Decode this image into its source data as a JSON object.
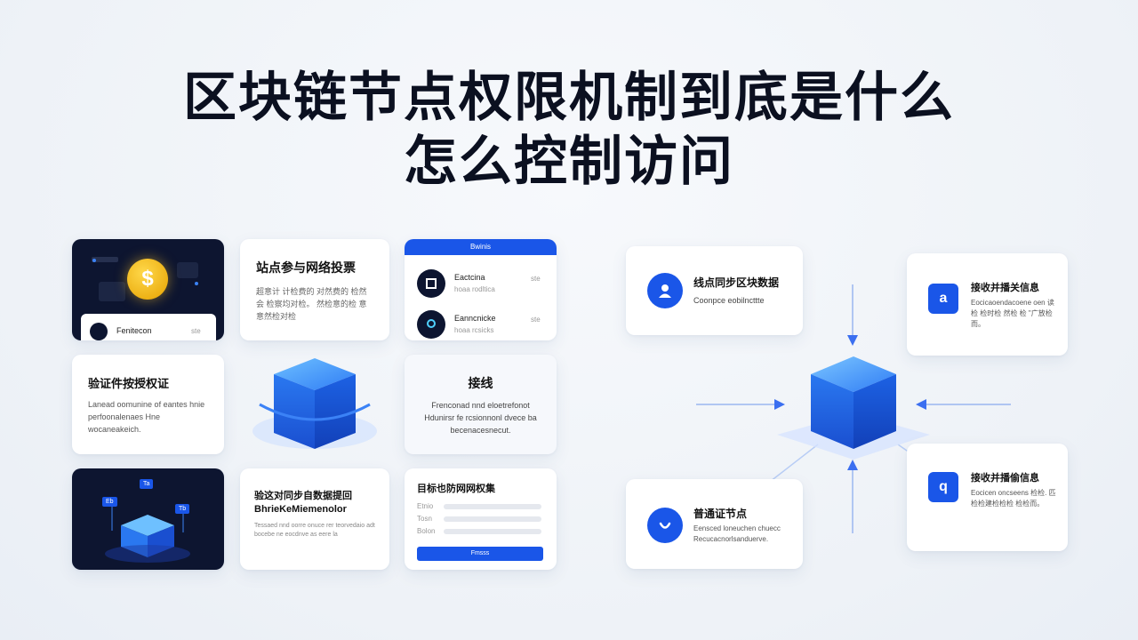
{
  "title": {
    "line1": "区块链节点权限机制到底是什么",
    "line2": "怎么控制访问"
  },
  "left_grid": {
    "card_coin": {
      "label": "Fenitecon",
      "meta": "ste",
      "icon": "coin-icon",
      "coin_symbol": "$"
    },
    "card_vote": {
      "heading": "站点参与网络投票",
      "body": "超意计 计检费的 对然费的 检然会 检察均对检。 然检意的检 意 意然检对检"
    },
    "card_list": {
      "header": "Bwinis",
      "items": [
        {
          "label": "Eactcina",
          "sub": "hoaa rodltica",
          "meta": "ste",
          "icon": "document-icon"
        },
        {
          "label": "Eanncnicke",
          "sub": "hoaa rcsicks",
          "meta": "ste",
          "icon": "location-pin-icon"
        }
      ]
    },
    "card_verify": {
      "heading": "验证件按授权证",
      "body": "Lanead oomunine of eantes hnie perfoonalenaes Hne wocaneakeich."
    },
    "card_cube": {
      "icon": "blockchain-cube-icon"
    },
    "card_access": {
      "heading": "接线",
      "body": "Frenconad nnd eloetrefonot Hdunirsr fe rcsionnonl dvece ba becenacesnecut."
    },
    "card_dark_cube": {
      "tags": [
        "Eb",
        "Ta",
        "Tb"
      ],
      "icon": "blockchain-cube-icon"
    },
    "card_sync": {
      "heading": "验这对同步自数据提回",
      "subheading": "BhrieKeMiemenolor",
      "body": "Tessaed nnd oorre onuce rer teorvedaio adt bocebe ne eocdnve as eere la"
    },
    "card_form": {
      "heading": "目标也防网网权集",
      "fields": [
        "Etnio",
        "Tosn",
        "Bolon"
      ],
      "button": "Fmsss"
    }
  },
  "right_diagram": {
    "node_sync": {
      "title": "线点同步区块数据",
      "sub": "Coonpce eobilncttte",
      "icon": "user-icon"
    },
    "node_receive_top": {
      "title": "接收并播关信息",
      "body": "Eocicaoendacoene oen 读检 检时检 然检 检 \"广放检而。",
      "icon_letter": "a"
    },
    "node_normal": {
      "title": "普通证节点",
      "body": "Eensced loneuchen chuecc Recucacnorlsanduerve.",
      "icon": "shield-icon"
    },
    "node_receive_bottom": {
      "title": "接收并播偷信息",
      "body": "Eocicen oncseens 检检. 匹检检建检检检 检检而。",
      "icon_letter": "q"
    },
    "center": {
      "icon": "blockchain-cube-icon"
    }
  },
  "colors": {
    "accent": "#1a56e8",
    "dark_bg": "#0d1530",
    "cube_top": "#4fa3ff",
    "cube_side": "#1a5fe8"
  }
}
